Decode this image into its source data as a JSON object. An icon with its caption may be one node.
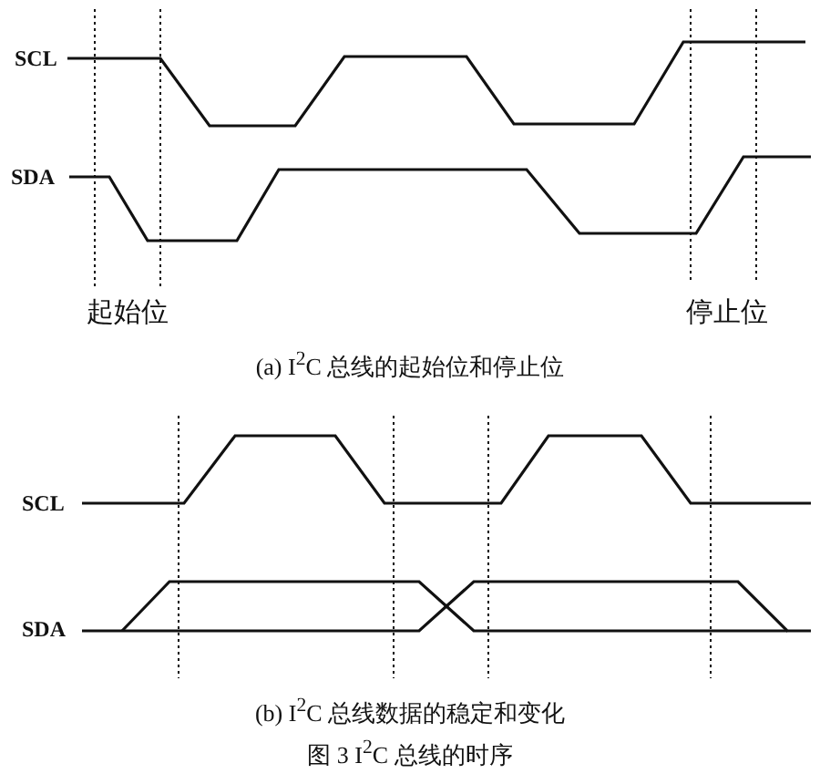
{
  "diagram": {
    "caption": "图 3 I$^{2}$C 总线的时序",
    "labels": [
      "SCL",
      "SDA",
      "起始位",
      "停止位",
      "(a) I$^{2}$C 总线的起始位和停止位",
      "SCL",
      "SDA",
      "(b) I$^{2}$C 总线数据的稳定和变化"
    ]
  }
}
